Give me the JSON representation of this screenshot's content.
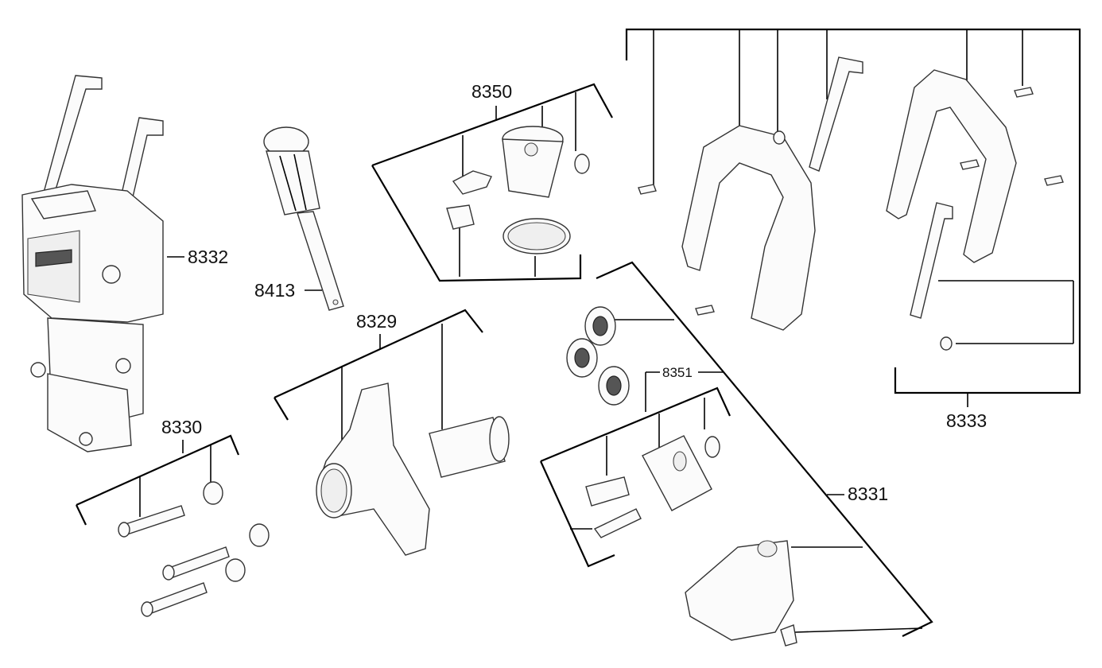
{
  "labels": {
    "p8332": "8332",
    "p8413": "8413",
    "p8350": "8350",
    "p8329": "8329",
    "p8330": "8330",
    "p8351": "8351",
    "p8331": "8331",
    "p8333": "8333"
  },
  "colors": {
    "line": "#000000",
    "part_outline": "#333333",
    "part_fill": "#fbfbfb",
    "background": "#ffffff"
  }
}
